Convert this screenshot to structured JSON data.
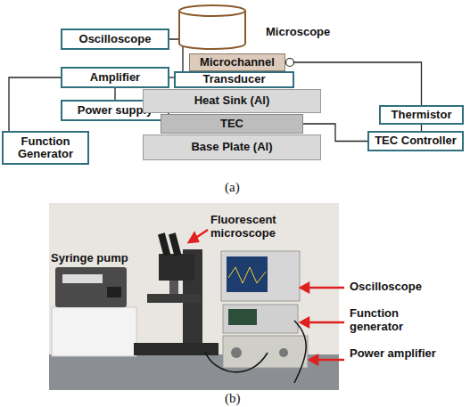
{
  "diagram": {
    "nodes": [
      {
        "text": [
          "Microscope"
        ]
      },
      {
        "text": [
          "Oscilloscope"
        ]
      },
      {
        "text": [
          "Amplifier"
        ]
      },
      {
        "text": [
          "Power supply"
        ]
      },
      {
        "text": [
          "Function Generator"
        ]
      },
      {
        "text": [
          "Microchannel"
        ]
      },
      {
        "text": [
          "Transducer"
        ]
      },
      {
        "text": [
          "Heat Sink (Al)"
        ]
      },
      {
        "text": [
          "TEC"
        ]
      },
      {
        "text": [
          "Base Plate (Al)"
        ]
      },
      {
        "text": [
          "Thermistor"
        ]
      },
      {
        "text": [
          "TEC Controller"
        ]
      }
    ],
    "edges": [
      {
        "from": 1,
        "to": 6,
        "arrow": "none"
      },
      {
        "from": 2,
        "to": 6,
        "arrow": "none"
      },
      {
        "from": 4,
        "to": 2,
        "arrow": "none"
      },
      {
        "from": 2,
        "to": 3,
        "arrow": "none"
      },
      {
        "from": 5,
        "to": 10,
        "arrow": "none"
      },
      {
        "from": 10,
        "to": 11,
        "arrow": "none"
      },
      {
        "from": 8,
        "to": 11,
        "arrow": "none"
      }
    ],
    "labels": [
      "(a)",
      "Syringe pump",
      "Fluorescent microscope",
      "Oscilloscope",
      "Function generator",
      "Power amplifier",
      "(b)"
    ]
  }
}
